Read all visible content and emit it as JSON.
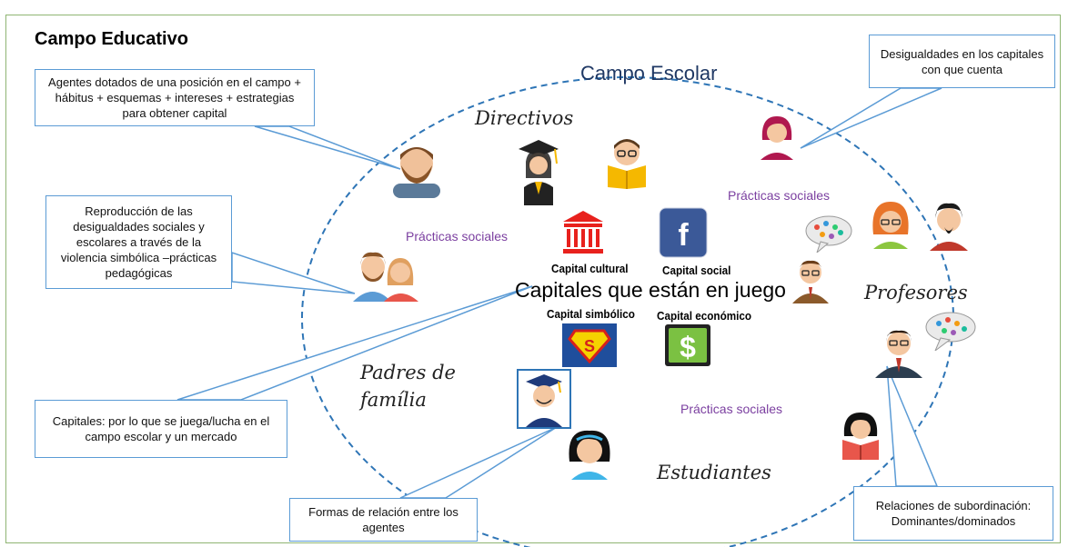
{
  "title": "Campo Educativo",
  "field_label": "Campo Escolar",
  "center_label": "Capitales que están en juego",
  "groups": {
    "directivos": "Directivos",
    "profesores": "Profesores",
    "padres_line1": "Padres de",
    "padres_line2": "família",
    "estudiantes": "Estudiantes"
  },
  "practices": {
    "left": "Prácticas sociales",
    "top_right": "Prácticas sociales",
    "bottom": "Prácticas sociales"
  },
  "capitals": {
    "cultural": "Capital cultural",
    "social": "Capital social",
    "simbolico": "Capital simbólico",
    "economico": "Capital económico"
  },
  "callouts": {
    "agentes": "Agentes dotados de una posición en el campo + hábitus + esquemas + intereses + estrategias para obtener capital",
    "desigualdades": "Desigualdades en los capitales con que cuenta",
    "reproduccion": "Reproducción de las desigualdades  sociales y escolares a través de la violencia simbólica –prácticas pedagógicas",
    "capitales": "Capitales: por lo que se juega/lucha en el campo escolar y un mercado",
    "formas": "Formas de relación entre los agentes",
    "relaciones": "Relaciones de subordinación: Dominantes/dominados"
  },
  "colors": {
    "frame": "#8fb573",
    "callout_border": "#5b9bd5",
    "ellipse": "#2e75b6",
    "practice_text": "#7b3fa0",
    "field_title": "#1f3864"
  }
}
